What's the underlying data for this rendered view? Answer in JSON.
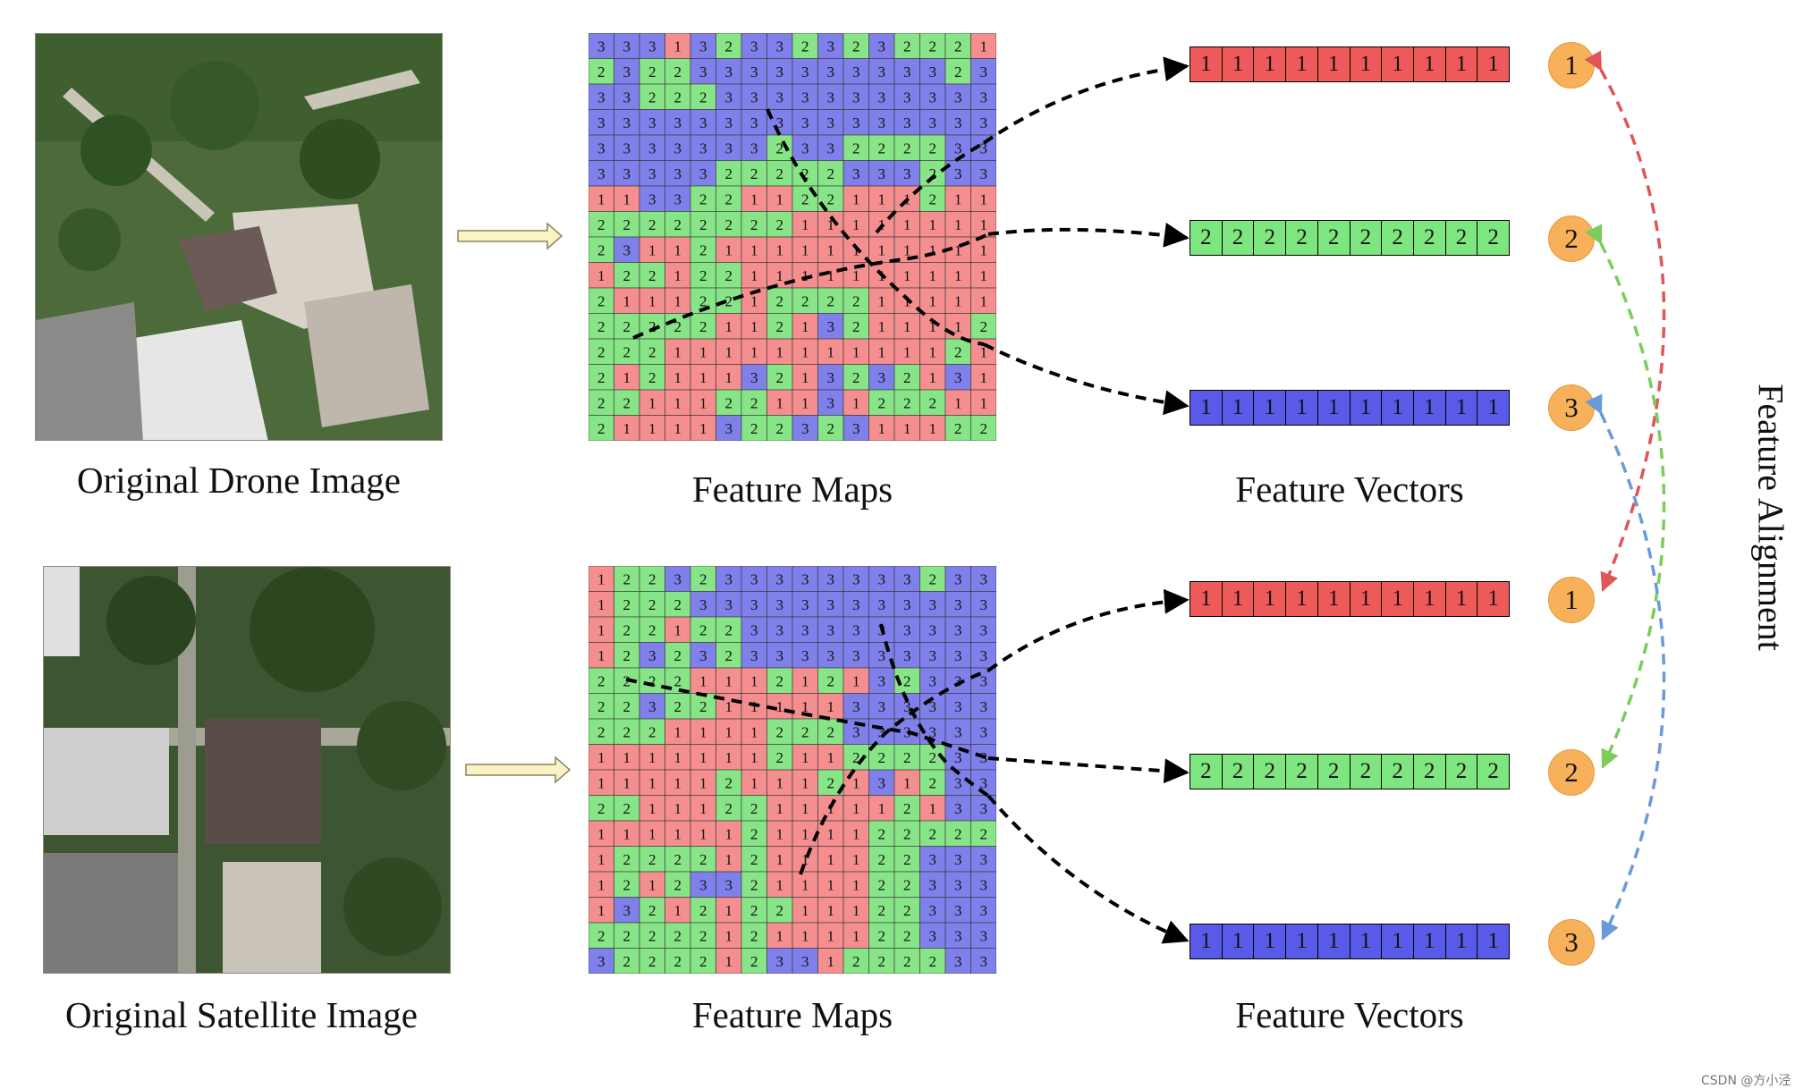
{
  "rows": [
    {
      "image_caption": "Original Drone Image",
      "featuremap_caption": "Feature Maps",
      "vectors_caption": "Feature Vectors",
      "grid": [
        [
          3,
          3,
          3,
          1,
          3,
          2,
          3,
          3,
          2,
          3,
          2,
          3,
          2,
          2,
          2,
          1
        ],
        [
          2,
          3,
          2,
          2,
          3,
          3,
          3,
          3,
          3,
          3,
          3,
          3,
          3,
          3,
          2,
          3
        ],
        [
          3,
          3,
          2,
          2,
          2,
          3,
          3,
          3,
          3,
          3,
          3,
          3,
          3,
          3,
          3,
          3
        ],
        [
          3,
          3,
          3,
          3,
          3,
          3,
          3,
          3,
          3,
          3,
          3,
          3,
          3,
          3,
          3,
          3
        ],
        [
          3,
          3,
          3,
          3,
          3,
          3,
          3,
          2,
          3,
          3,
          2,
          2,
          2,
          2,
          3,
          3
        ],
        [
          3,
          3,
          3,
          3,
          3,
          2,
          2,
          2,
          2,
          2,
          3,
          3,
          3,
          2,
          3,
          3
        ],
        [
          1,
          1,
          3,
          3,
          2,
          2,
          1,
          1,
          2,
          2,
          1,
          1,
          1,
          2,
          1,
          1
        ],
        [
          2,
          2,
          2,
          2,
          2,
          2,
          2,
          2,
          1,
          1,
          1,
          1,
          1,
          1,
          1,
          1
        ],
        [
          2,
          3,
          1,
          1,
          2,
          1,
          1,
          1,
          1,
          1,
          1,
          1,
          1,
          1,
          1,
          1
        ],
        [
          1,
          2,
          2,
          1,
          2,
          2,
          1,
          1,
          1,
          1,
          1,
          1,
          1,
          1,
          1,
          1
        ],
        [
          2,
          1,
          1,
          1,
          2,
          2,
          1,
          2,
          2,
          2,
          2,
          1,
          1,
          1,
          1,
          1
        ],
        [
          2,
          2,
          2,
          2,
          2,
          1,
          1,
          2,
          1,
          3,
          2,
          1,
          1,
          1,
          1,
          2
        ],
        [
          2,
          2,
          2,
          1,
          1,
          1,
          1,
          1,
          1,
          1,
          1,
          1,
          1,
          1,
          2,
          1
        ],
        [
          2,
          1,
          2,
          1,
          1,
          1,
          3,
          2,
          1,
          3,
          2,
          3,
          2,
          1,
          3,
          1
        ],
        [
          2,
          2,
          1,
          1,
          1,
          2,
          2,
          1,
          1,
          3,
          1,
          2,
          2,
          2,
          1,
          1
        ],
        [
          2,
          1,
          1,
          1,
          1,
          3,
          2,
          2,
          3,
          2,
          3,
          1,
          1,
          1,
          2,
          2
        ]
      ],
      "vectors": [
        {
          "values": [
            1,
            1,
            1,
            1,
            1,
            1,
            1,
            1,
            1,
            1
          ],
          "color": "#ee5a5a"
        },
        {
          "values": [
            2,
            2,
            2,
            2,
            2,
            2,
            2,
            2,
            2,
            2
          ],
          "color": "#7ee67e"
        },
        {
          "values": [
            1,
            1,
            1,
            1,
            1,
            1,
            1,
            1,
            1,
            1
          ],
          "color": "#5a5ae8"
        }
      ],
      "circles": [
        "1",
        "2",
        "3"
      ]
    },
    {
      "image_caption": "Original Satellite Image",
      "featuremap_caption": "Feature Maps",
      "vectors_caption": "Feature Vectors",
      "grid": [
        [
          1,
          2,
          2,
          3,
          2,
          3,
          3,
          3,
          3,
          3,
          3,
          3,
          3,
          2,
          3,
          3
        ],
        [
          1,
          2,
          2,
          2,
          3,
          3,
          3,
          3,
          3,
          3,
          3,
          3,
          3,
          3,
          3,
          3
        ],
        [
          1,
          2,
          2,
          1,
          2,
          2,
          3,
          3,
          3,
          3,
          3,
          3,
          3,
          3,
          3,
          3
        ],
        [
          1,
          2,
          3,
          2,
          3,
          2,
          3,
          3,
          3,
          3,
          3,
          3,
          3,
          3,
          3,
          3
        ],
        [
          2,
          2,
          2,
          2,
          1,
          1,
          1,
          2,
          1,
          2,
          1,
          3,
          2,
          3,
          3,
          3
        ],
        [
          2,
          2,
          3,
          2,
          2,
          1,
          1,
          1,
          1,
          1,
          3,
          3,
          3,
          3,
          3,
          3
        ],
        [
          2,
          2,
          2,
          1,
          1,
          1,
          1,
          2,
          2,
          2,
          3,
          3,
          3,
          3,
          3,
          3
        ],
        [
          1,
          1,
          1,
          1,
          1,
          1,
          1,
          2,
          1,
          1,
          2,
          2,
          2,
          2,
          3,
          3
        ],
        [
          1,
          1,
          1,
          1,
          1,
          2,
          1,
          1,
          1,
          2,
          1,
          3,
          1,
          2,
          3,
          3
        ],
        [
          2,
          2,
          1,
          1,
          1,
          2,
          2,
          1,
          1,
          1,
          1,
          1,
          2,
          1,
          3,
          3
        ],
        [
          1,
          1,
          1,
          1,
          1,
          1,
          2,
          1,
          1,
          1,
          1,
          2,
          2,
          2,
          2,
          2
        ],
        [
          1,
          2,
          2,
          2,
          2,
          1,
          2,
          1,
          1,
          1,
          1,
          2,
          2,
          3,
          3,
          3
        ],
        [
          1,
          2,
          1,
          2,
          3,
          3,
          2,
          1,
          1,
          1,
          1,
          2,
          2,
          3,
          3,
          3
        ],
        [
          1,
          3,
          2,
          1,
          2,
          1,
          2,
          2,
          1,
          1,
          1,
          2,
          2,
          3,
          3,
          3
        ],
        [
          2,
          2,
          2,
          2,
          2,
          1,
          2,
          1,
          1,
          1,
          1,
          2,
          2,
          3,
          3,
          3
        ],
        [
          3,
          2,
          2,
          2,
          2,
          1,
          2,
          3,
          3,
          1,
          2,
          2,
          2,
          2,
          3,
          3
        ]
      ],
      "vectors": [
        {
          "values": [
            1,
            1,
            1,
            1,
            1,
            1,
            1,
            1,
            1,
            1
          ],
          "color": "#ee5a5a"
        },
        {
          "values": [
            2,
            2,
            2,
            2,
            2,
            2,
            2,
            2,
            2,
            2
          ],
          "color": "#7ee67e"
        },
        {
          "values": [
            1,
            1,
            1,
            1,
            1,
            1,
            1,
            1,
            1,
            1
          ],
          "color": "#5a5ae8"
        }
      ],
      "circles": [
        "1",
        "2",
        "3"
      ]
    }
  ],
  "alignment_label": "Feature Alignment",
  "watermark": "CSDN @方小泾",
  "colors": {
    "class1": "#f26a6a",
    "class2": "#72e072",
    "class3": "#6a6ae8",
    "align_red": "#e05555",
    "align_green": "#7ccd5a",
    "align_blue": "#6a9ad8",
    "circle_fill": "#f7b15a"
  }
}
